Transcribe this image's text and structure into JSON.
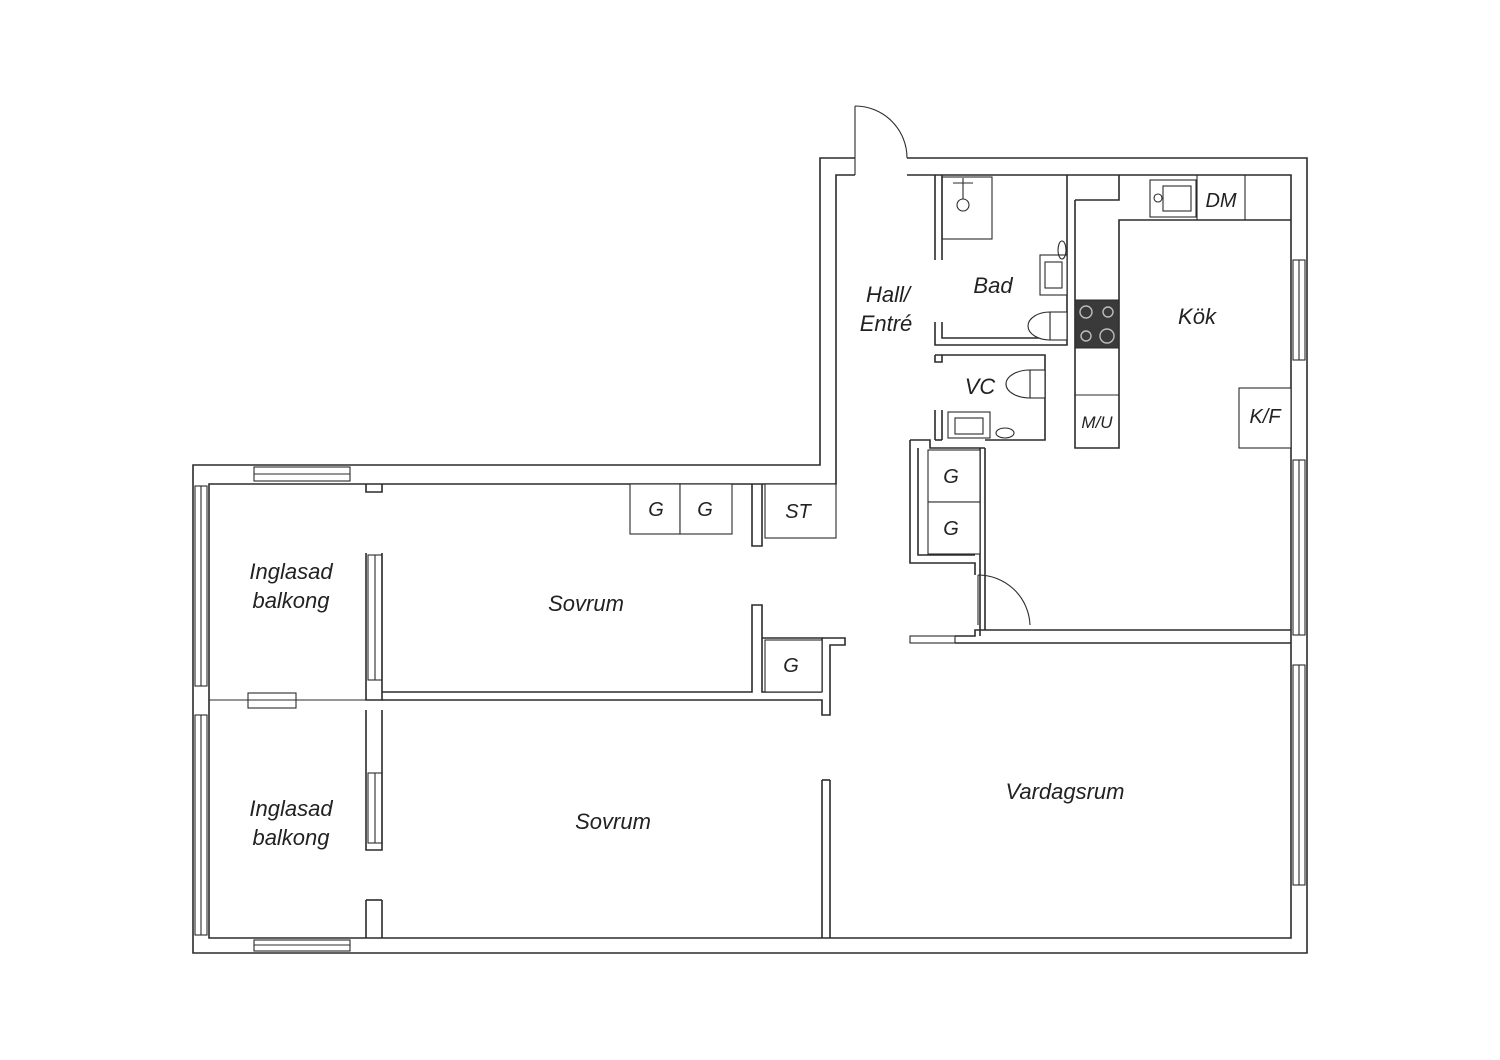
{
  "floorplan": {
    "rooms": {
      "hall": {
        "line1": "Hall/",
        "line2": "Entré"
      },
      "bad": "Bad",
      "kok": "Kök",
      "vc": "VC",
      "sovrum_upper": "Sovrum",
      "sovrum_lower": "Sovrum",
      "vardagsrum": "Vardagsrum",
      "balkong_upper": {
        "line1": "Inglasad",
        "line2": "balkong"
      },
      "balkong_lower": {
        "line1": "Inglasad",
        "line2": "balkong"
      }
    },
    "fixtures": {
      "dm": "DM",
      "mu": "M/U",
      "kf": "K/F",
      "st": "ST",
      "g1": "G",
      "g2": "G",
      "g3": "G",
      "g4": "G",
      "g5": "G"
    }
  }
}
